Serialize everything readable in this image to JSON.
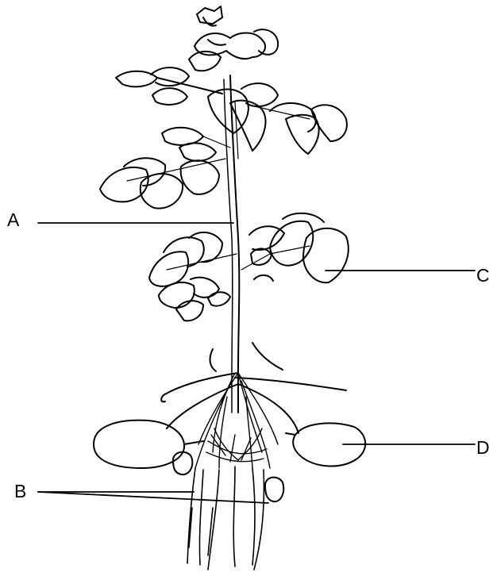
{
  "labels": {
    "a": "A",
    "b": "B",
    "c": "C",
    "d": "D"
  },
  "diagram": {
    "subject": "potato plant",
    "parts": [
      "stem",
      "tubers",
      "leaves",
      "roots"
    ]
  }
}
